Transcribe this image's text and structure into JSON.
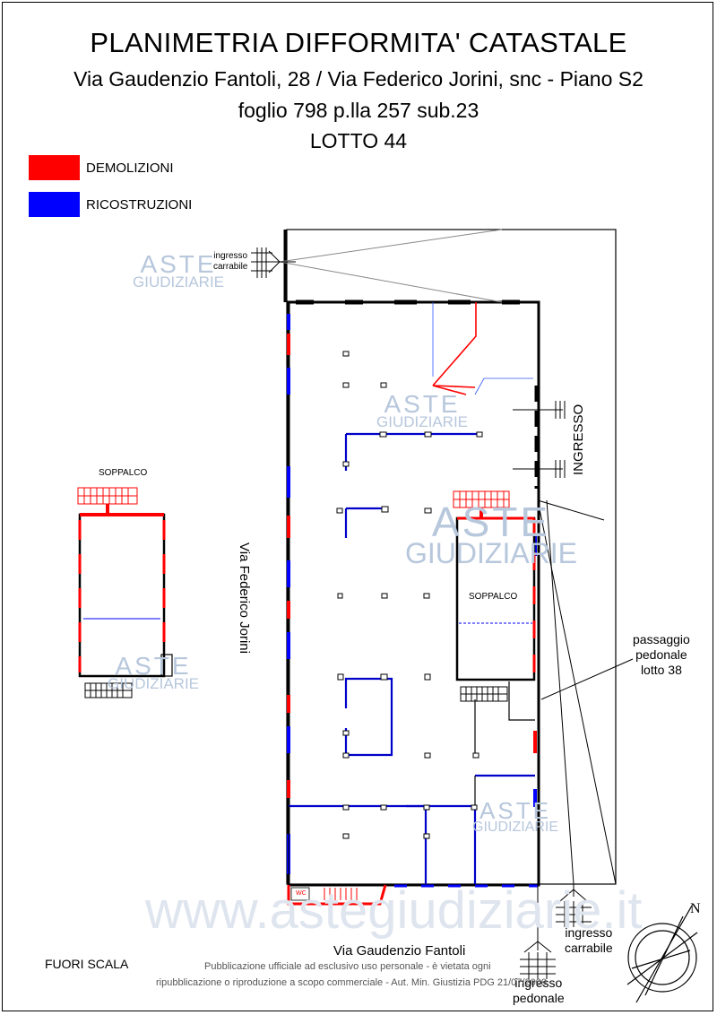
{
  "title": "PLANIMETRIA DIFFORMITA' CATASTALE",
  "address": "Via Gaudenzio Fantoli, 28 / Via Federico Jorini, snc - Piano S2",
  "cadastral": "foglio 798 p.lla 257 sub.23",
  "lot": "LOTTO 44",
  "legend": [
    {
      "label": "DEMOLIZIONI",
      "color": "#ff0000"
    },
    {
      "label": "RICOSTRUZIONI",
      "color": "#0000ff"
    }
  ],
  "labels": {
    "ingresso_carrabile_top": [
      "ingresso",
      "carrabile"
    ],
    "ingresso_right": "INGRESSO",
    "soppalco_detail": "SOPPALCO",
    "soppalco_plan": "SOPPALCO",
    "street_left": "Via Federico Jorini",
    "passaggio": [
      "passaggio",
      "pedonale",
      "lotto 38"
    ],
    "wc": "WC",
    "street_bottom": "Via Gaudenzio Fantoli",
    "ingresso_carrabile_bottom": [
      "ingresso",
      "carrabile"
    ],
    "ingresso_pedonale": [
      "ingresso",
      "pedonale"
    ],
    "north": "N",
    "scale": "FUORI SCALA"
  },
  "footer": {
    "line1": "Pubblicazione ufficiale ad esclusivo uso personale - è vietata ogni",
    "line2": "ripubblicazione o riproduzione a scopo commerciale - Aut. Min. Giustizia PDG 21/07/2009"
  },
  "watermark": {
    "brand_top": "ASTE",
    "brand_bottom": "GIUDIZIARIE",
    "url": "www.astegiudiziarie.it"
  }
}
